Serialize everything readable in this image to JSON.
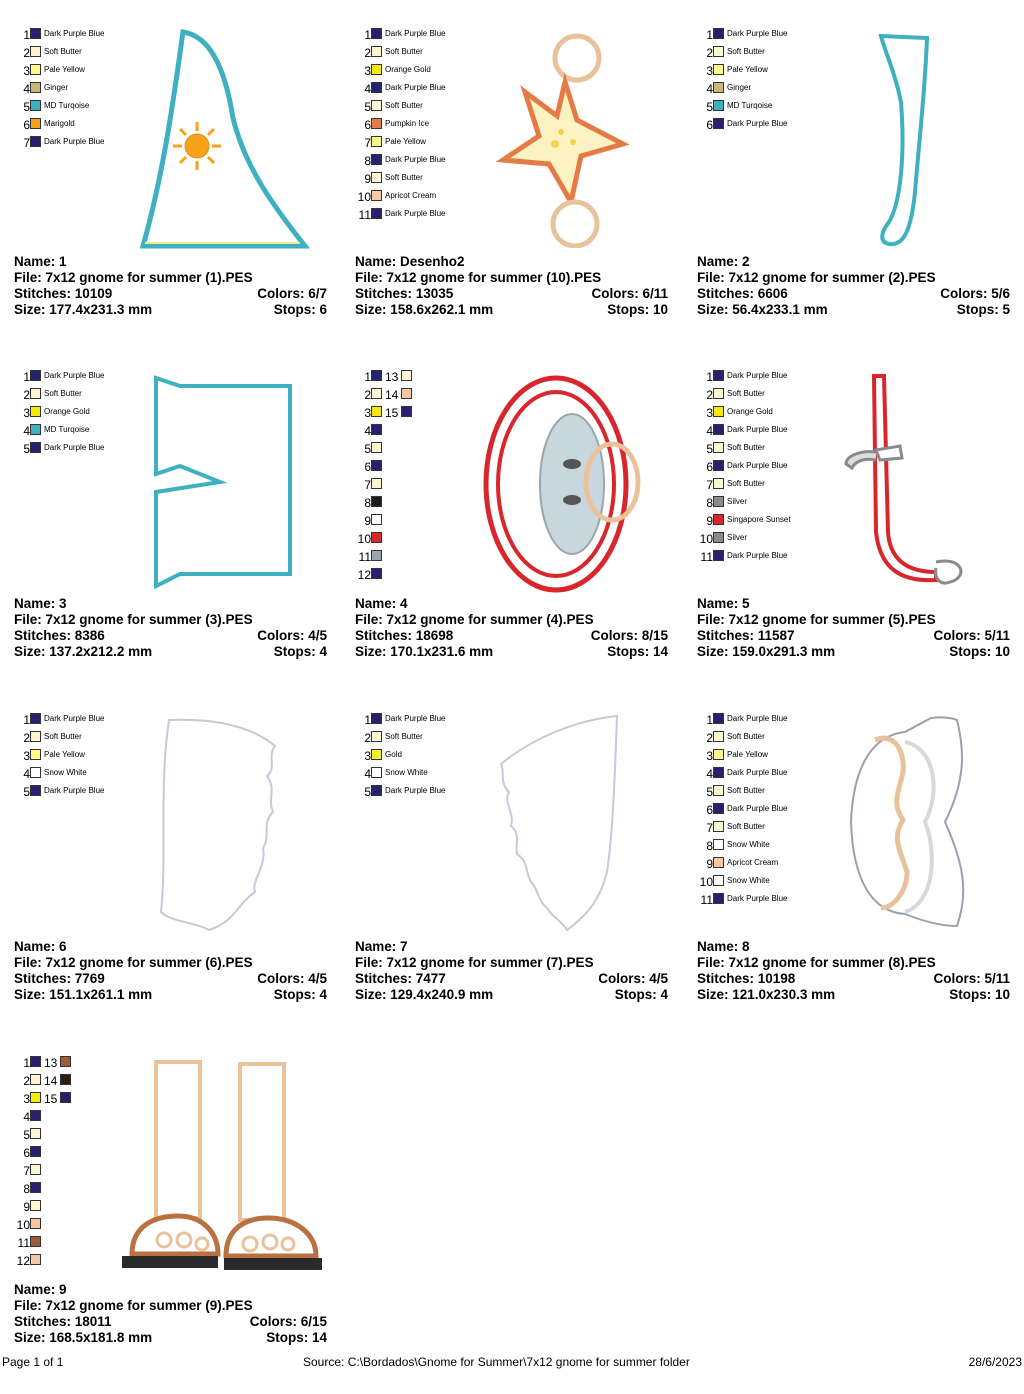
{
  "colors": {
    "dark_purple_blue": "#262070",
    "soft_butter": "#fdf6d2",
    "pale_yellow": "#fdfb88",
    "ginger": "#c8b97a",
    "md_turquoise": "#3fb0c0",
    "marigold": "#f7a21b",
    "orange_gold": "#f3ea10",
    "pumpkin_ice": "#e47b46",
    "apricot_cream": "#f6c7a3",
    "snow_white": "#ffffff",
    "gold": "#f6ef2a",
    "silver": "#8a8a8a",
    "singapore_sunset": "#d9262d",
    "dark_gray": "#7d8d93",
    "brown": "#9d5b3b",
    "black_brown": "#2a1f14"
  },
  "cards": [
    {
      "legend": [
        {
          "n": "1",
          "name": "Dark Purple Blue",
          "c": "#262070"
        },
        {
          "n": "2",
          "name": "Soft Butter",
          "c": "#fdf6d2"
        },
        {
          "n": "3",
          "name": "Pale Yellow",
          "c": "#fdfb88"
        },
        {
          "n": "4",
          "name": "Ginger",
          "c": "#c8b97a"
        },
        {
          "n": "5",
          "name": "MD Turqoise",
          "c": "#3fb0c0"
        },
        {
          "n": "6",
          "name": "Marigold",
          "c": "#f7a21b"
        },
        {
          "n": "7",
          "name": "Dark Purple Blue",
          "c": "#262070"
        }
      ],
      "name": "Name: 1",
      "file": "File: 7x12 gnome for summer (1).PES",
      "stitches": "Stitches: 10109",
      "colors": "Colors: 6/7",
      "size": "Size: 177.4x231.3 mm",
      "stops": "Stops: 6"
    },
    {
      "legend": [
        {
          "n": "1",
          "name": "Dark Purple Blue",
          "c": "#262070"
        },
        {
          "n": "2",
          "name": "Soft Butter",
          "c": "#fdf6d2"
        },
        {
          "n": "3",
          "name": "Orange Gold",
          "c": "#f3ea10"
        },
        {
          "n": "4",
          "name": "Dark Purple Blue",
          "c": "#262070"
        },
        {
          "n": "5",
          "name": "Soft Butter",
          "c": "#fdf6d2"
        },
        {
          "n": "6",
          "name": "Pumpkin Ice",
          "c": "#e47b46"
        },
        {
          "n": "7",
          "name": "Pale Yellow",
          "c": "#fdfb88"
        },
        {
          "n": "8",
          "name": "Dark Purple Blue",
          "c": "#262070"
        },
        {
          "n": "9",
          "name": "Soft Butter",
          "c": "#fdf6d2"
        },
        {
          "n": "10",
          "name": "Apricot Cream",
          "c": "#f6c7a3"
        },
        {
          "n": "11",
          "name": "Dark Purple Blue",
          "c": "#262070"
        }
      ],
      "name": "Name: Desenho2",
      "file": "File: 7x12 gnome for summer (10).PES",
      "stitches": "Stitches: 13035",
      "colors": "Colors: 6/11",
      "size": "Size: 158.6x262.1 mm",
      "stops": "Stops: 10"
    },
    {
      "legend": [
        {
          "n": "1",
          "name": "Dark Purple Blue",
          "c": "#262070"
        },
        {
          "n": "2",
          "name": "Soft Butter",
          "c": "#fdf6d2"
        },
        {
          "n": "3",
          "name": "Pale Yellow",
          "c": "#fdfb88"
        },
        {
          "n": "4",
          "name": "Ginger",
          "c": "#c8b97a"
        },
        {
          "n": "5",
          "name": "MD Turqoise",
          "c": "#3fb0c0"
        },
        {
          "n": "6",
          "name": "Dark Purple Blue",
          "c": "#262070"
        }
      ],
      "name": "Name: 2",
      "file": "File: 7x12 gnome for summer (2).PES",
      "stitches": "Stitches: 6606",
      "colors": "Colors: 5/6",
      "size": "Size: 56.4x233.1 mm",
      "stops": "Stops: 5"
    },
    {
      "legend": [
        {
          "n": "1",
          "name": "Dark Purple Blue",
          "c": "#262070"
        },
        {
          "n": "2",
          "name": "Soft Butter",
          "c": "#fdf6d2"
        },
        {
          "n": "3",
          "name": "Orange Gold",
          "c": "#f3ea10"
        },
        {
          "n": "4",
          "name": "MD Turqoise",
          "c": "#3fb0c0"
        },
        {
          "n": "5",
          "name": "Dark Purple Blue",
          "c": "#262070"
        }
      ],
      "name": "Name: 3",
      "file": "File: 7x12 gnome for summer (3).PES",
      "stitches": "Stitches: 8386",
      "colors": "Colors: 4/5",
      "size": "Size: 137.2x212.2 mm",
      "stops": "Stops: 4"
    },
    {
      "legend": [
        {
          "n": "1",
          "name": "",
          "c": "#262070"
        },
        {
          "n": "2",
          "name": "",
          "c": "#fdf6d2"
        },
        {
          "n": "3",
          "name": "",
          "c": "#f3ea10"
        },
        {
          "n": "4",
          "name": "",
          "c": "#262070"
        },
        {
          "n": "5",
          "name": "",
          "c": "#fdf6d2"
        },
        {
          "n": "6",
          "name": "",
          "c": "#262070"
        },
        {
          "n": "7",
          "name": "",
          "c": "#fdf6d2"
        },
        {
          "n": "8",
          "name": "",
          "c": "#1a1a1a"
        },
        {
          "n": "9",
          "name": "",
          "c": "#ffffff"
        },
        {
          "n": "10",
          "name": "",
          "c": "#d9262d"
        },
        {
          "n": "11",
          "name": "",
          "c": "#9aa6ac"
        },
        {
          "n": "12",
          "name": "",
          "c": "#262070"
        }
      ],
      "legend_extra": [
        {
          "n": "13",
          "c": "#fdf6d2"
        },
        {
          "n": "14",
          "c": "#f6c7a3"
        },
        {
          "n": "15",
          "c": "#262070"
        }
      ],
      "name": "Name: 4",
      "file": "File: 7x12 gnome for summer (4).PES",
      "stitches": "Stitches: 18698",
      "colors": "Colors: 8/15",
      "size": "Size: 170.1x231.6 mm",
      "stops": "Stops: 14"
    },
    {
      "legend": [
        {
          "n": "1",
          "name": "Dark Purple Blue",
          "c": "#262070"
        },
        {
          "n": "2",
          "name": "Soft Butter",
          "c": "#fdf6d2"
        },
        {
          "n": "3",
          "name": "Orange Gold",
          "c": "#f3ea10"
        },
        {
          "n": "4",
          "name": "Dark Purple Blue",
          "c": "#262070"
        },
        {
          "n": "5",
          "name": "Soft Butter",
          "c": "#fdf6d2"
        },
        {
          "n": "6",
          "name": "Dark Purple Blue",
          "c": "#262070"
        },
        {
          "n": "7",
          "name": "Soft Butter",
          "c": "#fdf6d2"
        },
        {
          "n": "8",
          "name": "Silver",
          "c": "#8a8a8a"
        },
        {
          "n": "9",
          "name": "Singapore Sunset",
          "c": "#d9262d"
        },
        {
          "n": "10",
          "name": "Silver",
          "c": "#8a8a8a"
        },
        {
          "n": "11",
          "name": "Dark Purple Blue",
          "c": "#262070"
        }
      ],
      "name": "Name: 5",
      "file": "File: 7x12 gnome for summer (5).PES",
      "stitches": "Stitches: 11587",
      "colors": "Colors: 5/11",
      "size": "Size: 159.0x291.3 mm",
      "stops": "Stops: 10"
    },
    {
      "legend": [
        {
          "n": "1",
          "name": "Dark Purple Blue",
          "c": "#262070"
        },
        {
          "n": "2",
          "name": "Soft Butter",
          "c": "#fdf6d2"
        },
        {
          "n": "3",
          "name": "Pale Yellow",
          "c": "#fdfb88"
        },
        {
          "n": "4",
          "name": "Snow White",
          "c": "#ffffff"
        },
        {
          "n": "5",
          "name": "Dark Purple Blue",
          "c": "#262070"
        }
      ],
      "name": "Name: 6",
      "file": "File: 7x12 gnome for summer (6).PES",
      "stitches": "Stitches: 7769",
      "colors": "Colors: 4/5",
      "size": "Size: 151.1x261.1 mm",
      "stops": "Stops: 4"
    },
    {
      "legend": [
        {
          "n": "1",
          "name": "Dark Purple Blue",
          "c": "#262070"
        },
        {
          "n": "2",
          "name": "Soft Butter",
          "c": "#fdf6d2"
        },
        {
          "n": "3",
          "name": "Gold",
          "c": "#f6ef2a"
        },
        {
          "n": "4",
          "name": "Snow White",
          "c": "#ffffff"
        },
        {
          "n": "5",
          "name": "Dark Purple Blue",
          "c": "#262070"
        }
      ],
      "name": "Name: 7",
      "file": "File: 7x12 gnome for summer (7).PES",
      "stitches": "Stitches: 7477",
      "colors": "Colors: 4/5",
      "size": "Size: 129.4x240.9 mm",
      "stops": "Stops: 4"
    },
    {
      "legend": [
        {
          "n": "1",
          "name": "Dark Purple Blue",
          "c": "#262070"
        },
        {
          "n": "2",
          "name": "Soft Butter",
          "c": "#fdf6d2"
        },
        {
          "n": "3",
          "name": "Pale Yellow",
          "c": "#fdfb88"
        },
        {
          "n": "4",
          "name": "Dark Purple Blue",
          "c": "#262070"
        },
        {
          "n": "5",
          "name": "Soft Butter",
          "c": "#fdf6d2"
        },
        {
          "n": "6",
          "name": "Dark Purple Blue",
          "c": "#262070"
        },
        {
          "n": "7",
          "name": "Soft Butter",
          "c": "#fdf6d2"
        },
        {
          "n": "8",
          "name": "Snow White",
          "c": "#ffffff"
        },
        {
          "n": "9",
          "name": "Apricot Cream",
          "c": "#f6c7a3"
        },
        {
          "n": "10",
          "name": "Snow White",
          "c": "#ffffff"
        },
        {
          "n": "11",
          "name": "Dark Purple Blue",
          "c": "#262070"
        }
      ],
      "name": "Name: 8",
      "file": "File: 7x12 gnome for summer (8).PES",
      "stitches": "Stitches: 10198",
      "colors": "Colors: 5/11",
      "size": "Size: 121.0x230.3 mm",
      "stops": "Stops: 10"
    },
    {
      "legend": [
        {
          "n": "1",
          "name": "",
          "c": "#262070"
        },
        {
          "n": "2",
          "name": "",
          "c": "#fdf6d2"
        },
        {
          "n": "3",
          "name": "",
          "c": "#f3ea10"
        },
        {
          "n": "4",
          "name": "",
          "c": "#262070"
        },
        {
          "n": "5",
          "name": "",
          "c": "#fdf6d2"
        },
        {
          "n": "6",
          "name": "",
          "c": "#262070"
        },
        {
          "n": "7",
          "name": "",
          "c": "#fdf6d2"
        },
        {
          "n": "8",
          "name": "",
          "c": "#262070"
        },
        {
          "n": "9",
          "name": "",
          "c": "#fdf6d2"
        },
        {
          "n": "10",
          "name": "",
          "c": "#f6c7a3"
        },
        {
          "n": "11",
          "name": "",
          "c": "#9d5b3b"
        },
        {
          "n": "12",
          "name": "",
          "c": "#f6c7a3"
        }
      ],
      "legend_extra": [
        {
          "n": "13",
          "c": "#9d5b3b"
        },
        {
          "n": "14",
          "c": "#2a1f14"
        },
        {
          "n": "15",
          "c": "#262070"
        }
      ],
      "name": "Name: 9",
      "file": "File: 7x12 gnome for summer (9).PES",
      "stitches": "Stitches: 18011",
      "colors": "Colors: 6/15",
      "size": "Size: 168.5x181.8 mm",
      "stops": "Stops: 14"
    }
  ],
  "footer": {
    "page": "Page 1 of 1",
    "source": "Source: C:\\Bordados\\Gnome for Summer\\7x12 gnome for summer folder",
    "date": "28/6/2023"
  }
}
